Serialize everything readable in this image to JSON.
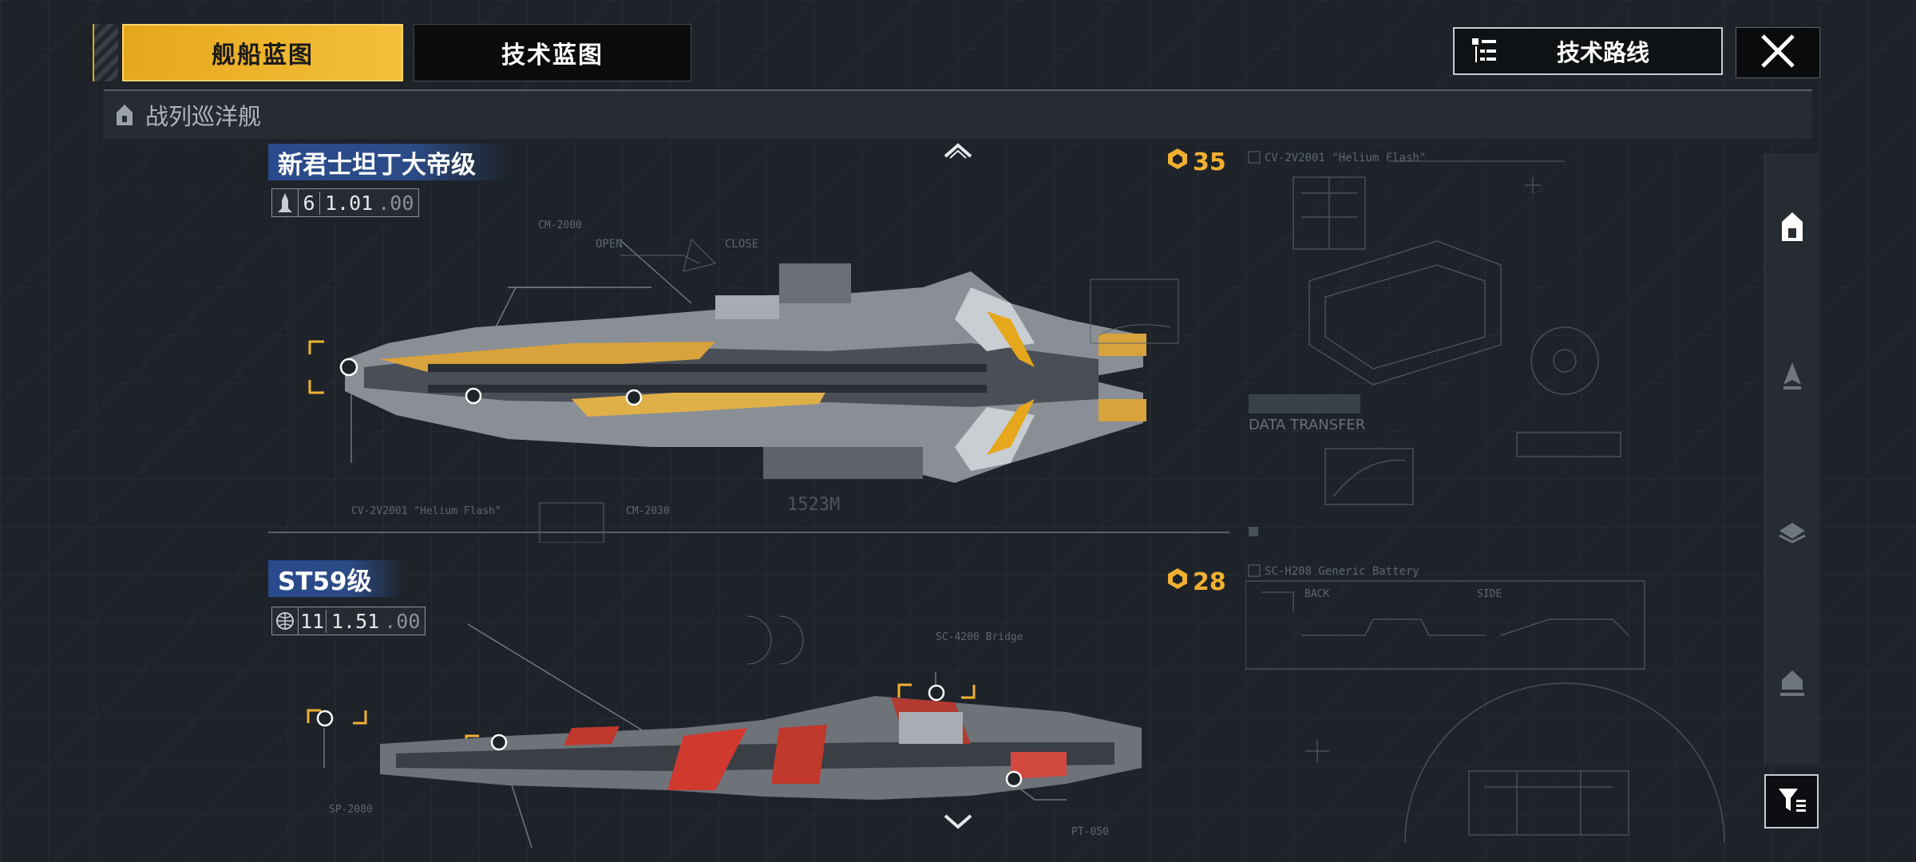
{
  "tabs": [
    {
      "label": "舰船蓝图",
      "active": true
    },
    {
      "label": "技术蓝图",
      "active": false
    }
  ],
  "tech_route": {
    "label": "技术路线"
  },
  "category": {
    "label": "战列巡洋舰"
  },
  "ships": [
    {
      "name": "新君士坦丁大帝级",
      "level": "6",
      "stat_main": "1.01",
      "stat_sub": ".00",
      "cost": "35",
      "icon": "ship-icon",
      "length": "1523M",
      "accent": "#e6a71c",
      "callouts": [
        "CM-2000",
        "OPEN",
        "CLOSE",
        "CV-2V2001 \"Helium Flash\"",
        "CM-2030"
      ]
    },
    {
      "name": "ST59级",
      "level": "11",
      "stat_main": "1.51",
      "stat_sub": ".00",
      "cost": "28",
      "icon": "globe-icon",
      "accent": "#c0392b",
      "callouts": [
        "SC-4200 Bridge",
        "SP-2080",
        "PT-050"
      ]
    }
  ],
  "blueprint_panels": [
    {
      "title": "CV-2V2001 \"Helium Flash\"",
      "note": "DATA TRANSFER"
    },
    {
      "title": "SC-H208 Generic Battery",
      "back": "BACK",
      "side": "SIDE"
    }
  ],
  "sidebar_icons": [
    "battlecruiser-icon",
    "destroyer-icon",
    "frigate-icon",
    "carrier-icon",
    "cruiser-icon"
  ],
  "filter_icon": "filter-icon",
  "colors": {
    "accent": "#f0b030",
    "blue_tag": "#294a8c",
    "panel": "#272c33"
  }
}
